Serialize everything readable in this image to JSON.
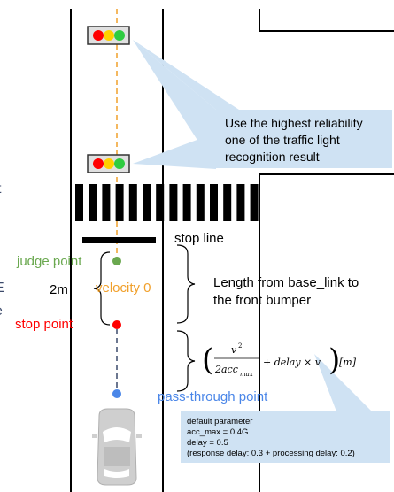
{
  "callout_top": {
    "lines": [
      "Use the highest reliability",
      "one of the traffic light",
      "recognition result"
    ]
  },
  "labels": {
    "stop_line": "stop line",
    "judge_point": "judge point",
    "two_m": "2m",
    "velocity": "velocity 0",
    "stop_point": "stop point",
    "pass_through": "pass-through point",
    "length_line1": "Length from base_link to",
    "length_line2": "the front bumper"
  },
  "formula": {
    "numerator": "v",
    "numerator_exp": "2",
    "denominator": "2acc",
    "denominator_sub": "max",
    "tail": "+ delay × v",
    "unit": "[m]"
  },
  "default_params": {
    "lines": [
      "default parameter",
      "acc_max = 0.4G",
      "delay = 0.5",
      "(response delay: 0.3 + processing delay: 0.2)"
    ]
  },
  "edge_fragments": [
    "t",
    "E",
    "e"
  ],
  "colors": {
    "judge": "#6aa84f",
    "stop": "#ff0000",
    "velocity": "#f1a02b",
    "pass": "#4a86e8",
    "callout_bg": "#cfe2f3"
  }
}
